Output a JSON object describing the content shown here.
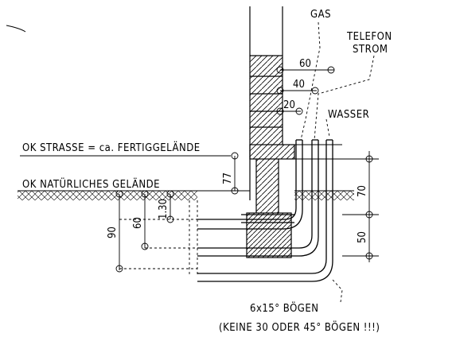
{
  "labels": {
    "gas": "GAS",
    "telefon": "TELEFON",
    "strom": "STROM",
    "wasser": "WASSER",
    "ok_strasse": "OK STRASSE = ca. FERTIGGELÄNDE",
    "ok_gelaende": "OK NATÜRLICHES GELÄNDE",
    "boegen_1": "6x15° BÖGEN",
    "boegen_2": "(KEINE 30 ODER 45° BÖGEN !!!)"
  },
  "dimensions": {
    "d60": "60",
    "d40": "40",
    "d20": "20",
    "d77": "77",
    "d70": "70",
    "d50": "50",
    "d90": "90",
    "d60b": "60",
    "d130": "1.30"
  },
  "colors": {
    "line": "#000000",
    "background": "#ffffff"
  }
}
